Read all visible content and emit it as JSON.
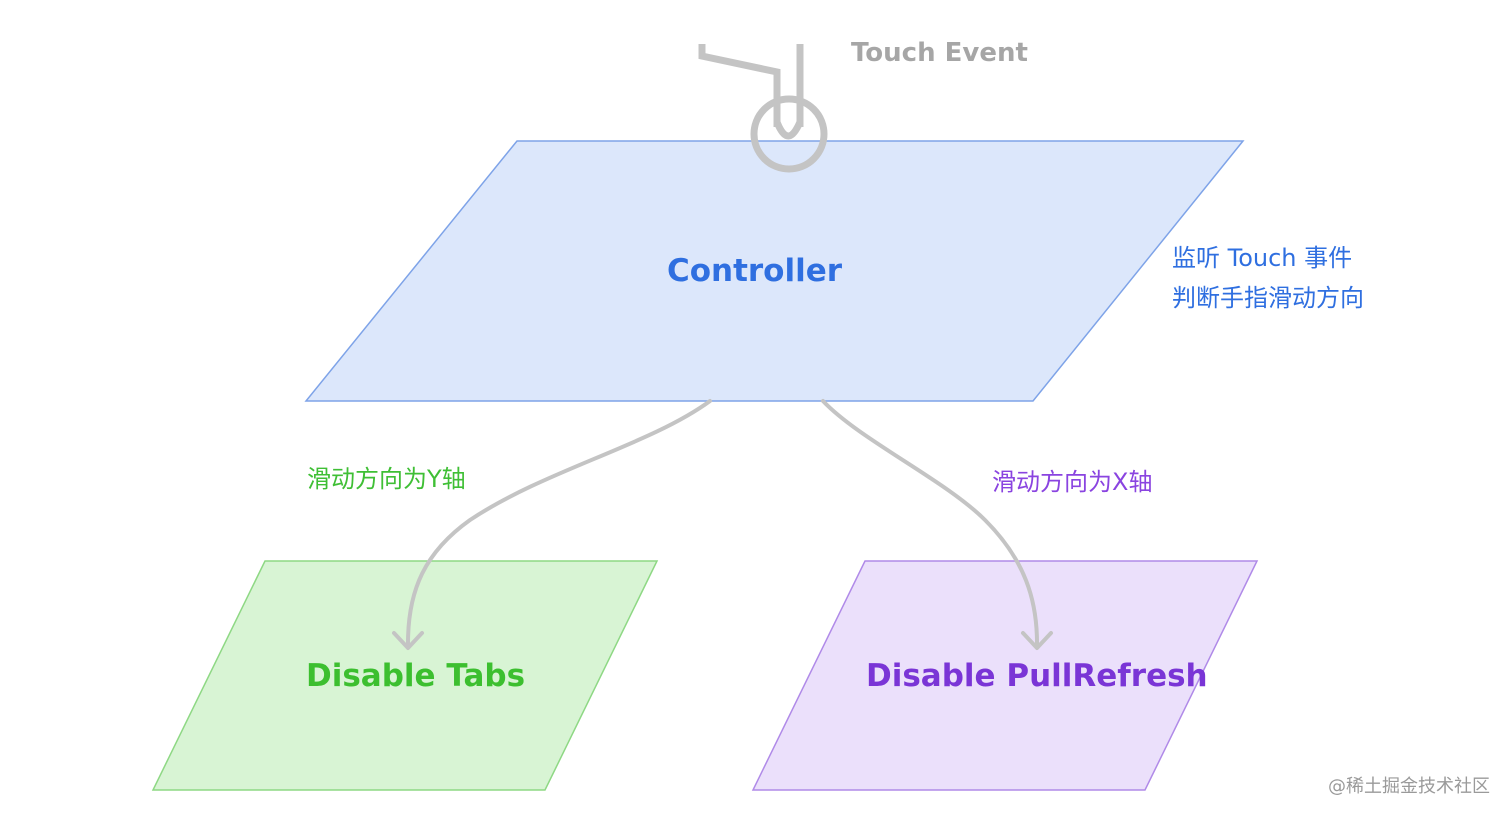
{
  "touch_event": {
    "label": "Touch Event",
    "icon": "touch-hand-icon",
    "color": "#a6a6a6"
  },
  "controller": {
    "label": "Controller",
    "fill": "#dce7fb",
    "stroke": "#7ea3e8",
    "text_color": "#2f6fe0"
  },
  "note": {
    "line1": "监听 Touch 事件",
    "line2": "判断手指滑动方向",
    "color": "#2f6fe0"
  },
  "edges": {
    "y_axis": {
      "label": "滑动方向为Y轴",
      "color": "#3fbf35"
    },
    "x_axis": {
      "label": "滑动方向为X轴",
      "color": "#8a44e0"
    },
    "line_color": "#c4c4c4"
  },
  "tabs_box": {
    "label": "Disable Tabs",
    "fill": "#d8f4d4",
    "stroke": "#8ed884",
    "text_color": "#3cbf2f"
  },
  "pull_box": {
    "label": "Disable PullRefresh",
    "fill": "#ebe0fb",
    "stroke": "#b08ae8",
    "text_color": "#7a35d6"
  },
  "watermark": "@稀土掘金技术社区"
}
